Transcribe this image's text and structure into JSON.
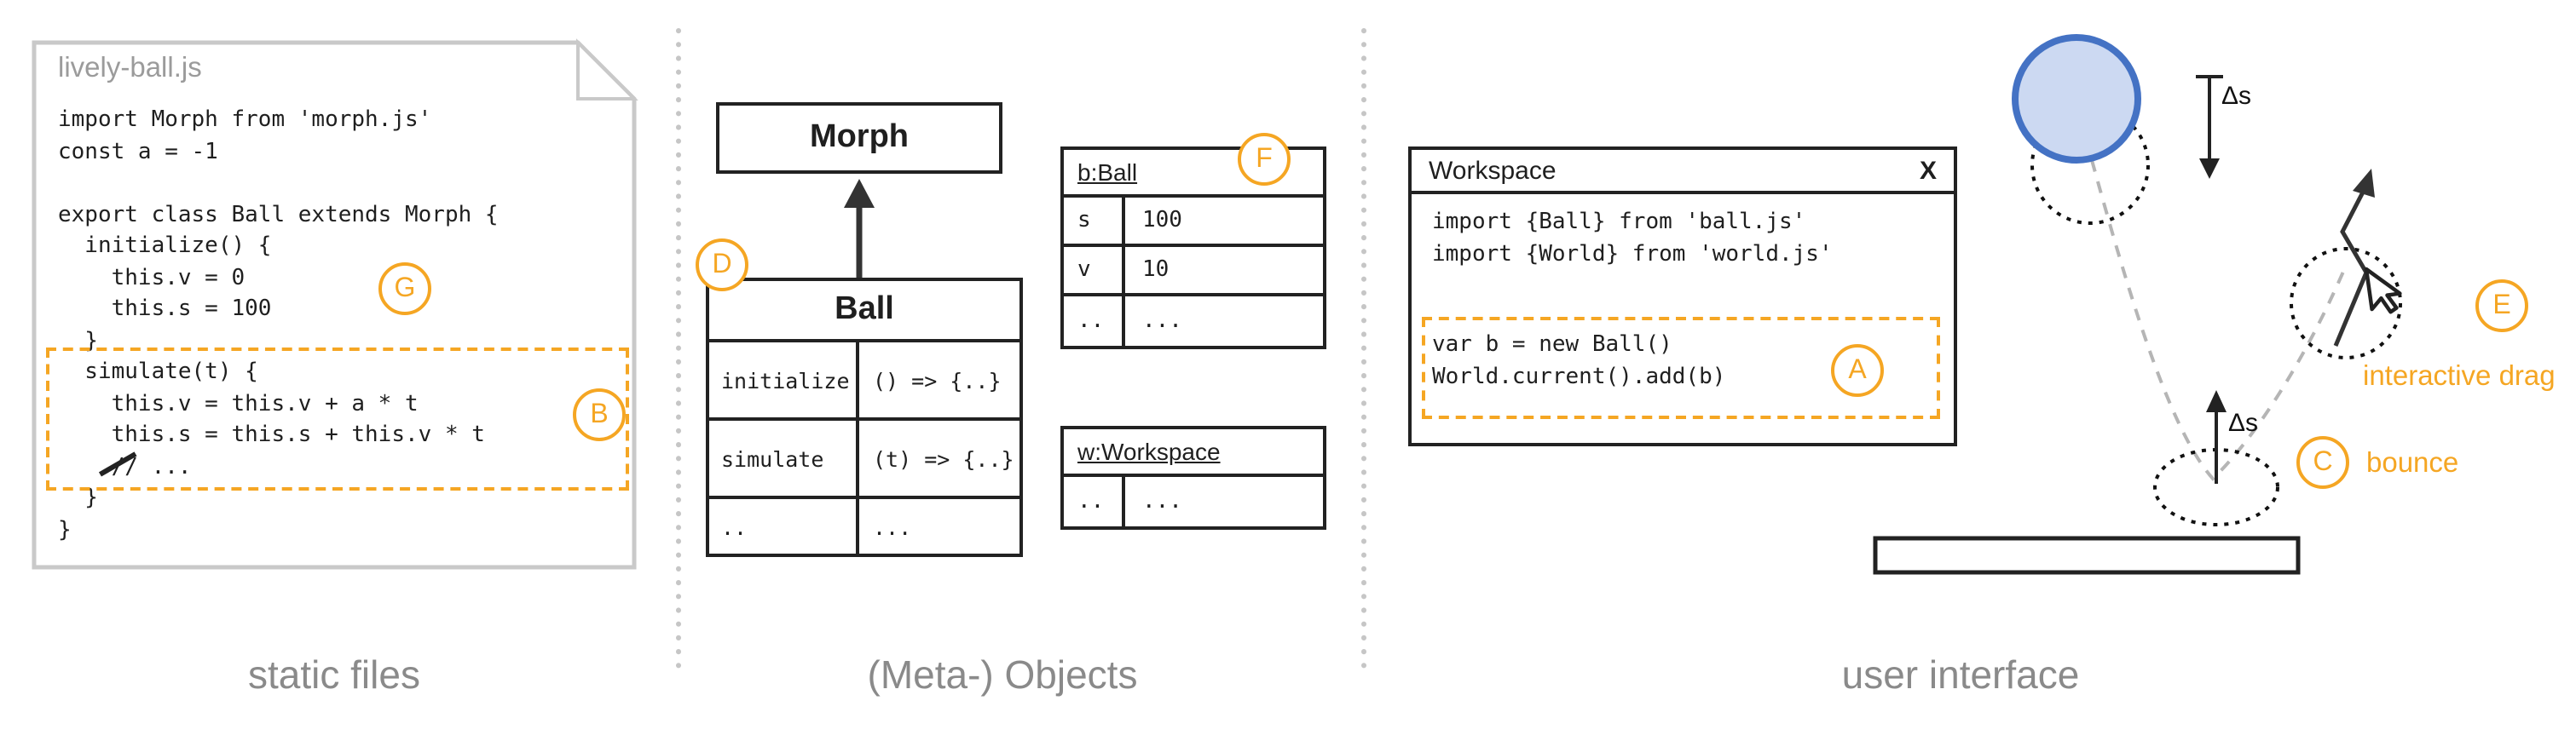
{
  "colors": {
    "accent_orange": "#F5A623",
    "label_gray": "#8a8a8a",
    "ball_fill": "#ccd9f2",
    "ball_stroke": "#4472c4"
  },
  "badges": {
    "A": "A",
    "B": "B",
    "C": "C",
    "D": "D",
    "E": "E",
    "F": "F",
    "G": "G"
  },
  "static_files": {
    "section_label": "static files",
    "file_name": "lively-ball.js",
    "code": [
      "import Morph from 'morph.js'",
      "const a = -1",
      "",
      "export class Ball extends Morph {",
      "  initialize() {",
      "    this.v = 0",
      "    this.s = 100",
      "  }",
      "  simulate(t) {",
      "    this.v = this.v + a * t",
      "    this.s = this.s + this.v * t",
      "    // ...",
      "  }",
      "}"
    ]
  },
  "meta_objects": {
    "section_label": "(Meta-) Objects",
    "morph_box": "Morph",
    "ball_class": {
      "title": "Ball",
      "rows": [
        [
          "initialize",
          "() => {..}"
        ],
        [
          "simulate",
          "(t) => {..}"
        ],
        [
          "..",
          "..."
        ]
      ]
    },
    "b_ball": {
      "title": "b:Ball",
      "rows": [
        [
          "s",
          "100"
        ],
        [
          "v",
          "10"
        ],
        [
          "..",
          "..."
        ]
      ]
    },
    "w_workspace": {
      "title": "w:Workspace",
      "rows": [
        [
          "..",
          "..."
        ]
      ]
    }
  },
  "user_interface": {
    "section_label": "user interface",
    "workspace": {
      "title": "Workspace",
      "close": "X",
      "imports": [
        "import {Ball} from 'ball.js'",
        "import {World} from 'world.js'"
      ],
      "body": [
        "var b = new Ball()",
        "World.current().add(b)"
      ]
    },
    "delta_s_down": "Δs",
    "delta_s_up": "Δs",
    "bounce_label": "bounce",
    "drag_label": "interactive drag"
  }
}
